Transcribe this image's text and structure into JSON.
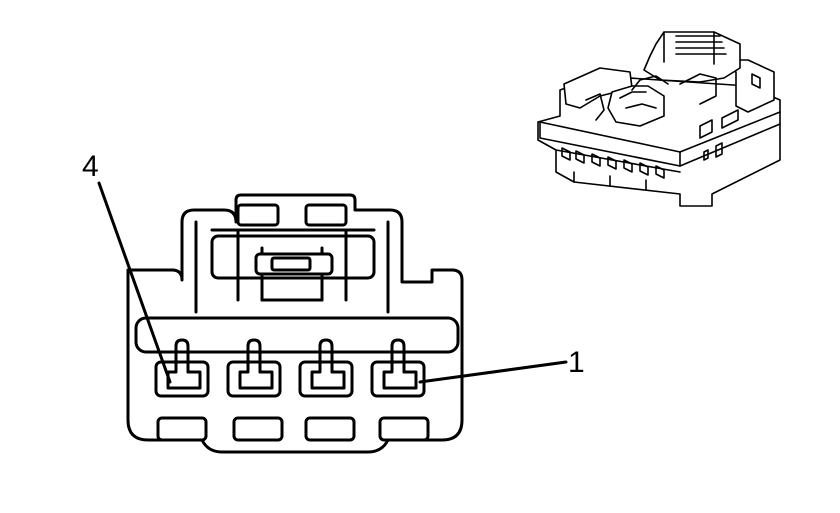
{
  "diagram": {
    "callouts": [
      {
        "id": "pin-4",
        "text": "4"
      },
      {
        "id": "pin-1",
        "text": "1"
      }
    ]
  }
}
